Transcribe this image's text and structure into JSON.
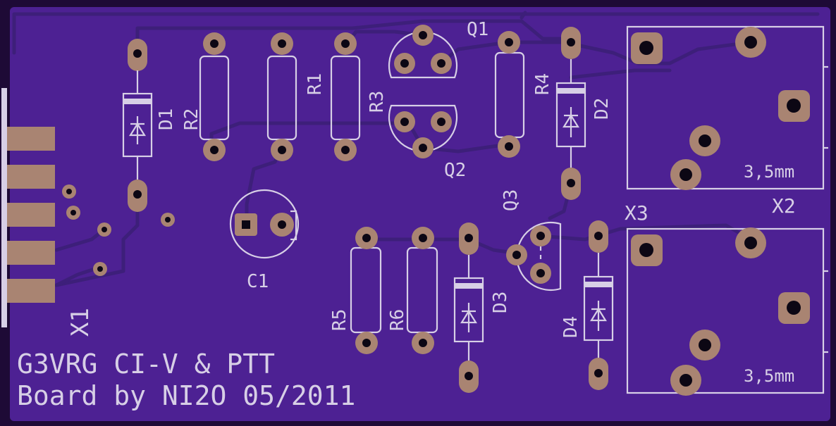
{
  "colors": {
    "board": "#4d2193",
    "trace": "#3d1f7a",
    "silkscreen": "#d7cfe6",
    "pad": "#a98472",
    "hole": "#0c0714"
  },
  "board_text": {
    "line1": "G3VRG CI-V & PTT",
    "line2": "Board by NI2O 05/2011"
  },
  "labels": {
    "D1": "D1",
    "D2": "D2",
    "D3": "D3",
    "D4": "D4",
    "R1": "R1",
    "R2": "R2",
    "R3": "R3",
    "R4": "R4",
    "R5": "R5",
    "R6": "R6",
    "Q1": "Q1",
    "Q2": "Q2",
    "Q3": "Q3",
    "C1": "C1",
    "X1": "X1",
    "X2": "X2",
    "X3": "X3",
    "jack_top": "3,5mm",
    "jack_bottom": "3,5mm"
  }
}
